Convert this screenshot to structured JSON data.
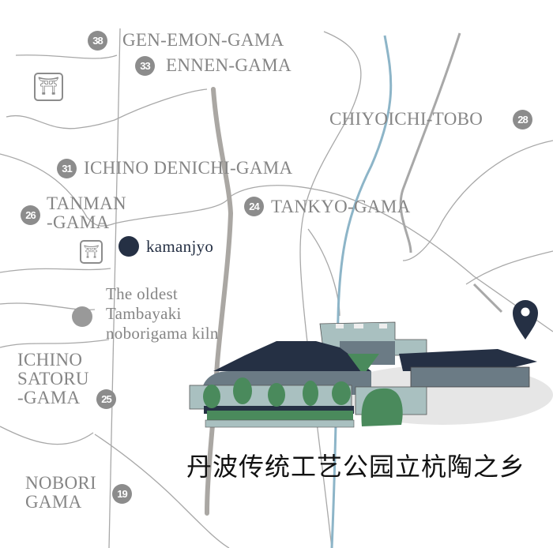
{
  "colors": {
    "label": "#858585",
    "badge": "#8c8c8c",
    "dark": "#253044",
    "river": "#8db5c8",
    "green": "#4a8a5c",
    "roof_light": "#a9c0c0"
  },
  "pois": [
    {
      "number": "38",
      "name": "GEN-EMON-GAMA"
    },
    {
      "number": "33",
      "name": "ENNEN-GAMA"
    },
    {
      "number": "28",
      "name": "CHIYOICHI-TOBO"
    },
    {
      "number": "31",
      "name": "ICHINO DENICHI-GAMA"
    },
    {
      "number": "24",
      "name": "TANKYO-GAMA"
    },
    {
      "number": "26",
      "name_lines": [
        "TANMAN",
        "-GAMA"
      ]
    },
    {
      "number": "25",
      "name_lines": [
        "ICHINO",
        "SATORU",
        "-GAMA"
      ]
    },
    {
      "number": "19",
      "name_lines": [
        "NOBORI",
        "GAMA"
      ]
    }
  ],
  "kamanjyo": "kamanjyo",
  "kiln": {
    "lines": [
      "The oldest",
      "Tambayaki",
      "noborigama kiln"
    ]
  },
  "shrine_icon": "torii-icon",
  "shrine_glyph": "⛩",
  "pin_icon": "map-pin-icon",
  "title": "丹波传统工艺公园立杭陶之乡"
}
